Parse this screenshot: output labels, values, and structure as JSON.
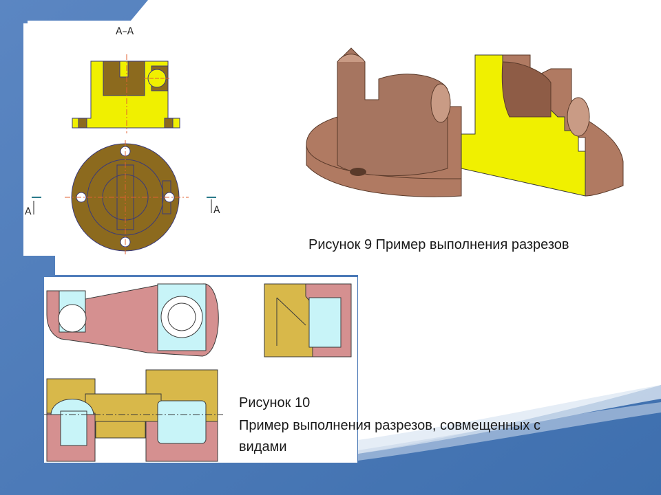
{
  "slide": {
    "figure9": {
      "caption": "Рисунок 9 Пример выполнения разрезов",
      "section_title": "А–А",
      "left_marker": "А",
      "right_marker": "А"
    },
    "figure10": {
      "caption_line1": "Рисунок 10",
      "caption_line2": "Пример выполнения разрезов, совмещенных с",
      "caption_line3": "видами"
    }
  },
  "colors": {
    "background_blue": "#4a7ab8",
    "section_yellow": "#f0f000",
    "body_brown": "#8c6a1e",
    "copper": "#b07a62",
    "pink": "#d59090",
    "light_cyan": "#c8f4f8",
    "tan": "#d8b84a"
  }
}
